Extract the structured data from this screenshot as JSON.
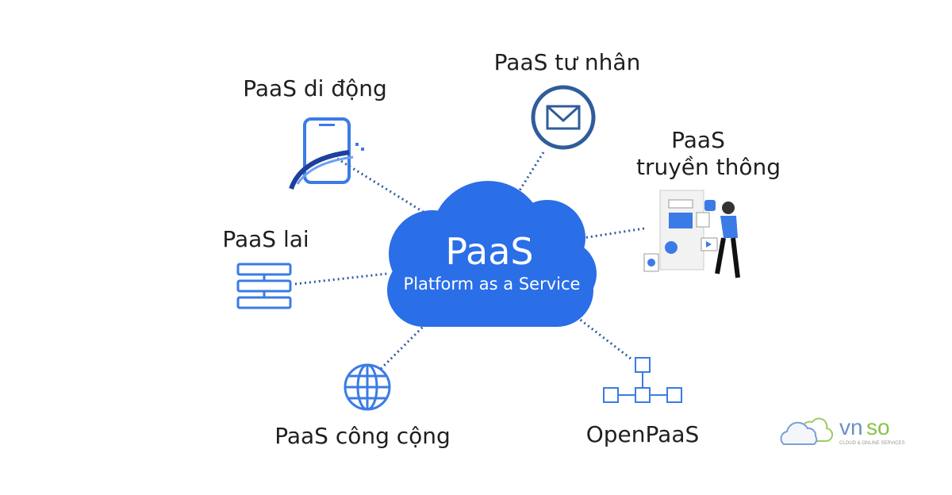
{
  "center": {
    "title": "PaaS",
    "subtitle": "Platform as a Service",
    "color": "#2a6ee8"
  },
  "nodes": {
    "mobile": "PaaS di động",
    "private": "PaaS tư nhân",
    "comm_line1": "PaaS",
    "comm_line2": "truyền thông",
    "hybrid": "PaaS lai",
    "public": "PaaS công cộng",
    "open": "OpenPaaS"
  },
  "logo": {
    "name": "vnso",
    "tagline": "CLOUD & ONLINE SERVICES"
  }
}
